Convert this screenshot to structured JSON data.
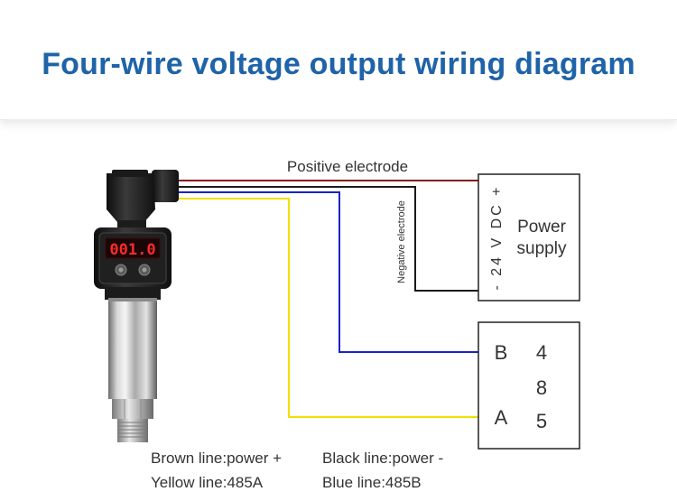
{
  "title": "Four-wire voltage output wiring diagram",
  "device": {
    "display": "001.0"
  },
  "labels": {
    "positive_electrode": "Positive electrode",
    "negative_electrode": "Negative electrode"
  },
  "power_supply": {
    "voltage": "- 24 V DC +",
    "line1": "Power",
    "line2": "supply"
  },
  "rs485_box": {
    "b": "B",
    "a": "A",
    "d4": "4",
    "d8": "8",
    "d5": "5"
  },
  "legend": {
    "brown": "Brown line:power +",
    "black": "Black line:power -",
    "yellow": "Yellow line:485A",
    "blue": "Blue line:485B"
  },
  "colors": {
    "title": "#1f63a8",
    "brown_wire": "#8b1a1a",
    "black_wire": "#1a1a1a",
    "blue_wire": "#1a22c8",
    "yellow_wire": "#f2e000",
    "display_red": "#ff2a2a"
  }
}
